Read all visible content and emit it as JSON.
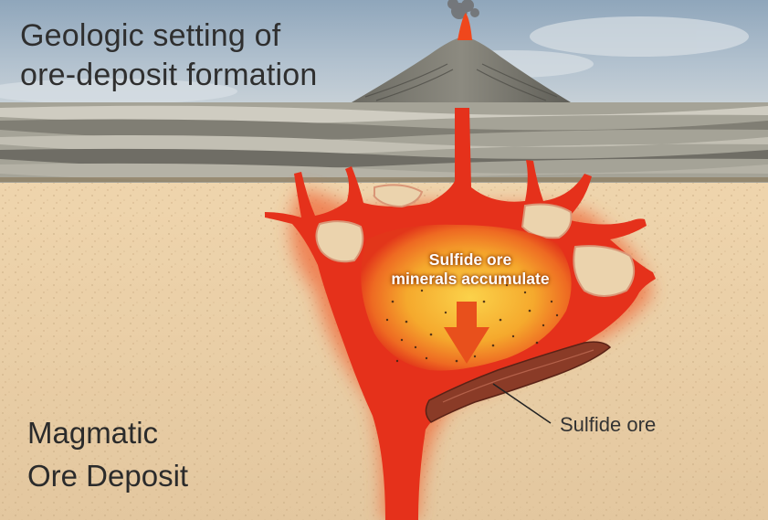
{
  "title": {
    "line1": "Geologic setting of",
    "line2": "ore-deposit formation"
  },
  "callout": {
    "line1": "Sulfide ore",
    "line2": "minerals accumulate"
  },
  "label_sulfide_ore": "Sulfide ore",
  "deposit_type": {
    "line1": "Magmatic",
    "line2": "Ore Deposit"
  },
  "colors": {
    "sky": "#9fb2c4",
    "strata": "#9a978c",
    "sediment": "#e6cda6",
    "magma_outer": "#e8301a",
    "magma_inner": "#f6b233",
    "arrow": "#e8501c",
    "ore_layer": "#8e3e2a"
  }
}
